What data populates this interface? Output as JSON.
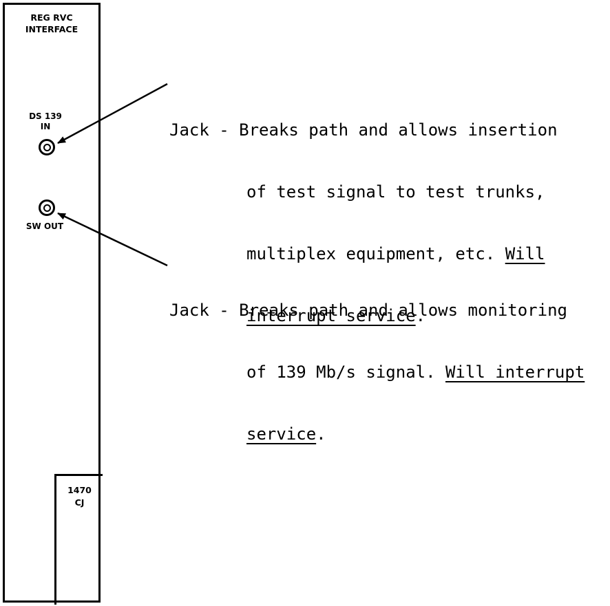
{
  "panel": {
    "title_line1": "REG RVC",
    "title_line2": "INTERFACE",
    "jack_top_label_line1": "DS 139",
    "jack_top_label_line2": "IN",
    "jack_bottom_label": "SW OUT",
    "code_line1": "1470",
    "code_line2": "CJ"
  },
  "callouts": [
    {
      "lead": "Jack - ",
      "line1": "Breaks path and allows insertion",
      "line2": "of test signal to test trunks,",
      "line3_plain": "multiplex equipment, etc. ",
      "line3_underlined": "Will",
      "line4_underlined": "interrupt service",
      "line4_plain": "."
    },
    {
      "lead": "Jack - ",
      "line1": "Breaks path and allows monitoring",
      "line2_plain": "of 139 Mb/s signal. ",
      "line2_underlined": "Will interrupt",
      "line3_underlined": "service",
      "line3_plain": "."
    }
  ]
}
